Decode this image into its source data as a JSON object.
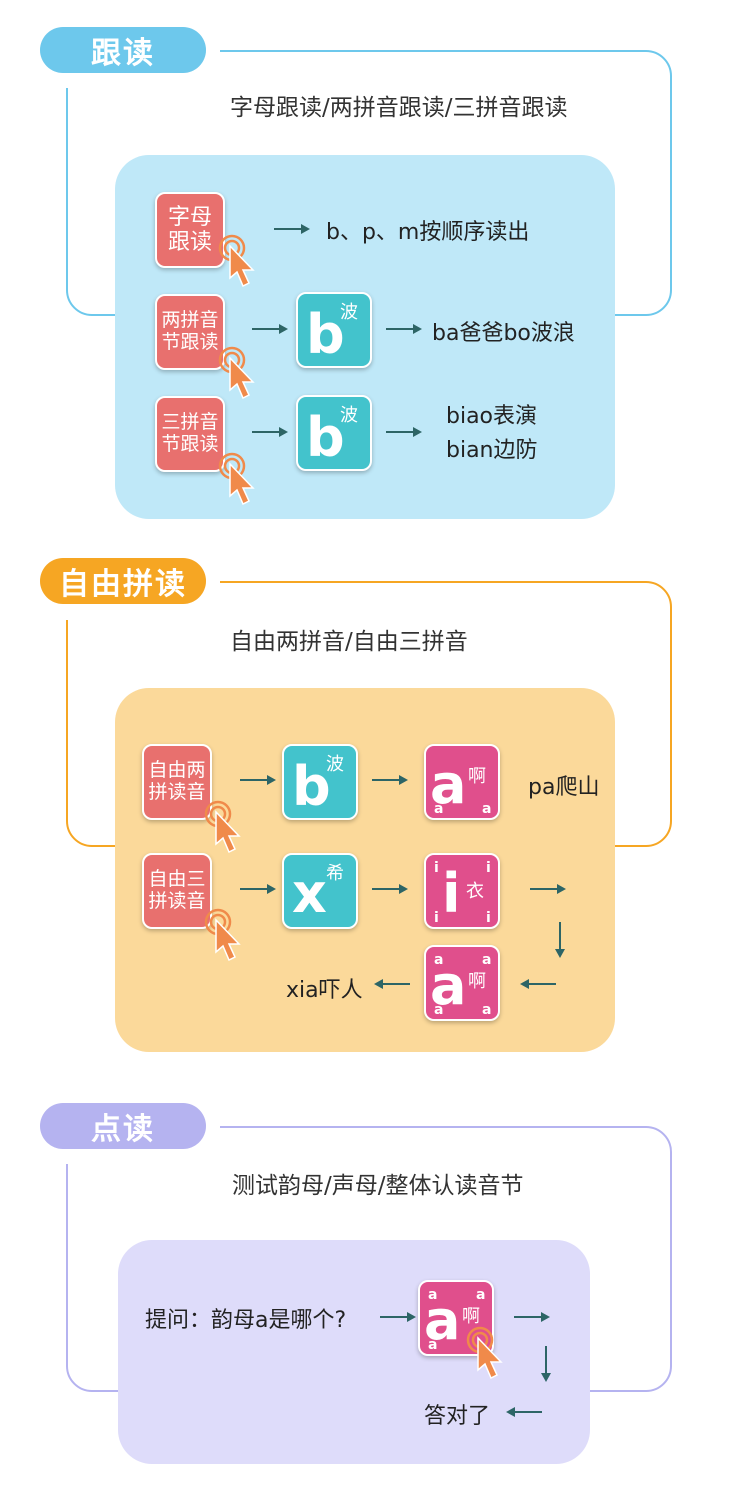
{
  "sections": [
    {
      "title": "跟读",
      "subtitle": "字母跟读/两拼音跟读/三拼音跟读",
      "color": "#6dc8ec",
      "panel_color": "#bfe8f8",
      "rows": [
        {
          "button": [
            "字母",
            "跟读"
          ],
          "result": "b、p、m按顺序读出"
        },
        {
          "button": [
            "两拼音",
            "节跟读"
          ],
          "card": {
            "letter": "b",
            "char": "波"
          },
          "result": "ba爸爸bo波浪"
        },
        {
          "button": [
            "三拼音",
            "节跟读"
          ],
          "card": {
            "letter": "b",
            "char": "波"
          },
          "result_lines": [
            "biao表演",
            "bian边防"
          ]
        }
      ]
    },
    {
      "title": "自由拼读",
      "subtitle": "自由两拼音/自由三拼音",
      "color": "#f6a623",
      "panel_color": "#fbd99a",
      "rows": [
        {
          "button": [
            "自由两",
            "拼读音"
          ],
          "card": {
            "letter": "b",
            "char": "波"
          },
          "vowel_card": {
            "letter": "a",
            "char": "啊",
            "small": "a"
          },
          "result": "pa爬山"
        },
        {
          "button": [
            "自由三",
            "拼读音"
          ],
          "card": {
            "letter": "x",
            "char": "希"
          },
          "vowel_card": {
            "letter": "i",
            "char": "衣",
            "small": "i"
          },
          "second_vowel": {
            "letter": "a",
            "char": "啊",
            "small": "a"
          },
          "result": "xia吓人"
        }
      ]
    },
    {
      "title": "点读",
      "subtitle": "测试韵母/声母/整体认读音节",
      "color": "#b5b3f0",
      "panel_color": "#dedcfa",
      "question": "提问：韵母a是哪个?",
      "card": {
        "letter": "a",
        "char": "啊",
        "small": "a"
      },
      "result": "答对了"
    }
  ],
  "icons": [
    "hand-cursor-icon",
    "arrow-right-icon",
    "arrow-left-icon",
    "arrow-down-icon"
  ]
}
